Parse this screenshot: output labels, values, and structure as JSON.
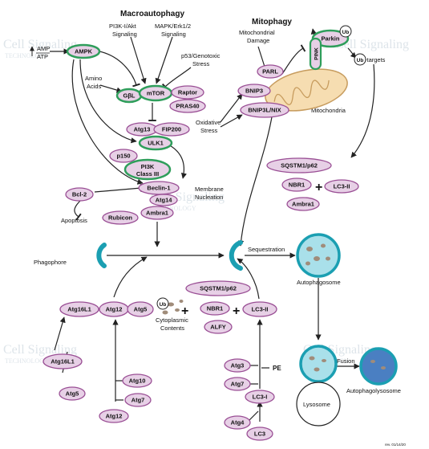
{
  "watermark": {
    "name": "Cell Signaling",
    "sub": "TECHNOLOGY"
  },
  "headers": {
    "macro": "Macroautophagy",
    "mito": "Mitophagy"
  },
  "signals": {
    "amp": "AMP",
    "atp": "ATP",
    "pi3k_akt_1": "PI3K-I/Akt",
    "pi3k_akt_2": "Signaling",
    "mapk_1": "MAPK/Erk1/2",
    "mapk_2": "Signaling",
    "p53_1": "p53/Genotoxic",
    "p53_2": "Stress",
    "amino_1": "Amino",
    "amino_2": "Acids",
    "mito_damage_1": "Mitochondrial",
    "mito_damage_2": "Damage",
    "oxidative_1": "Oxidative",
    "oxidative_2": "Stress",
    "ub_targets": "-targets",
    "mitochondria": "Mitochondria",
    "membrane_1": "Membrane",
    "membrane_2": "Nucleation",
    "apoptosis": "Apoptosis",
    "phagophore": "Phagophore",
    "sequestration": "Sequestration",
    "autophagosome": "Autophagosome",
    "cytoplasmic_1": "Cytoplasmic",
    "cytoplasmic_2": "Contents",
    "fusion": "Fusion",
    "autophagolysosome": "Autophagolysosome",
    "lysosome": "Lysosome",
    "pe": "PE",
    "ub": "Ub",
    "plus": "+",
    "footer": "rev. 01/14/20"
  },
  "proteins": {
    "ampk": "AMPK",
    "gbl": "GβL",
    "mtor": "mTOR",
    "raptor": "Raptor",
    "pras40": "PRAS40",
    "atg13": "Atg13",
    "fip200": "FIP200",
    "ulk1": "ULK1",
    "p150": "p150",
    "pi3k_1": "PI3K",
    "pi3k_2": "Class III",
    "beclin1": "Beclin-1",
    "atg14": "Atg14",
    "bcl2": "Bcl-2",
    "rubicon": "Rubicon",
    "ambra1": "Ambra1",
    "parl": "PARL",
    "parkin": "Parkin",
    "pink": "PINK",
    "bnip3": "BNIP3",
    "bnip3l": "BNIP3L/NIX",
    "sqstm1": "SQSTM1/p62",
    "nbr1": "NBR1",
    "lc3ii": "LC3-II",
    "ambra1_b": "Ambra1",
    "atg16l1": "Atg16L1",
    "atg12": "Atg12",
    "atg5": "Atg5",
    "sqstm1_b": "SQSTM1/p62",
    "nbr1_b": "NBR1",
    "alfy": "ALFY",
    "lc3ii_b": "LC3-II",
    "atg16l1_b": "Atg16L1",
    "atg5_b": "Atg5",
    "atg10": "Atg10",
    "atg7": "Atg7",
    "atg12_b": "Atg12",
    "atg3": "Atg3",
    "atg7_b": "Atg7",
    "lc3i": "LC3-I",
    "atg4": "Atg4",
    "lc3": "LC3"
  },
  "colors": {
    "pink_fill": "#e7d0e6",
    "pink_stroke": "#9a4f95",
    "green_stroke": "#2f9e5b",
    "teal": "#1b9fb2",
    "lyso_fill": "#7fd0df",
    "mito_fill": "#f6ddb1",
    "mito_stroke": "#c79c5e",
    "line": "#222222"
  }
}
